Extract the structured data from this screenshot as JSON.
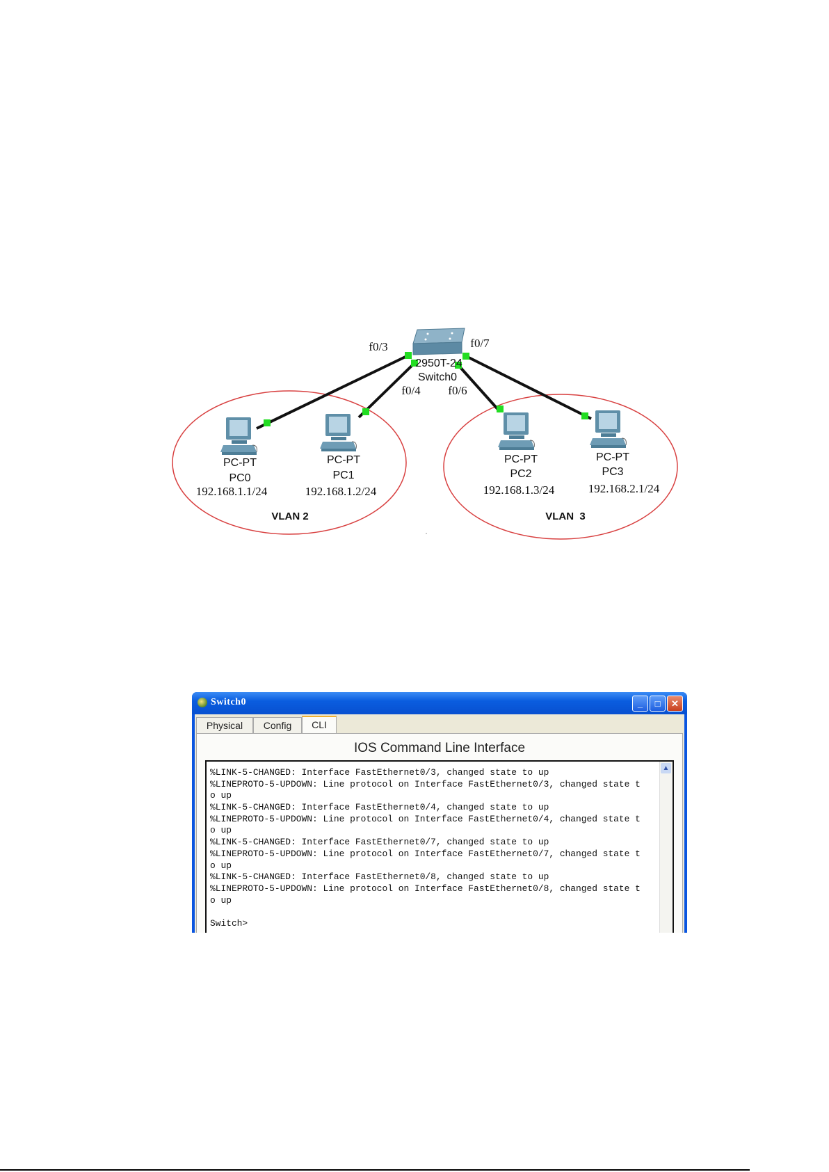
{
  "diagram": {
    "switch": {
      "model": "2950T-24",
      "name": "Switch0"
    },
    "ports": {
      "p3": "f0/3",
      "p4": "f0/4",
      "p6": "f0/6",
      "p7": "f0/7"
    },
    "pcs": [
      {
        "type": "PC-PT",
        "name": "PC0",
        "ip": "192.168.1.1/24"
      },
      {
        "type": "PC-PT",
        "name": "PC1",
        "ip": "192.168.1.2/24"
      },
      {
        "type": "PC-PT",
        "name": "PC2",
        "ip": "192.168.1.3/24"
      },
      {
        "type": "PC-PT",
        "name": "PC3",
        "ip": "192.168.2.1/24"
      }
    ],
    "vlans": [
      "VLAN 2",
      "VLAN  3"
    ],
    "colors": {
      "link_dot": "#22dd22",
      "vlan_ellipse": "#d84040",
      "switch": "#6f9bb4"
    }
  },
  "window": {
    "title": "Switch0",
    "tabs": [
      "Physical",
      "Config",
      "CLI"
    ],
    "active_tab": "CLI",
    "heading": "IOS Command Line Interface",
    "cli_lines": [
      "%LINK-5-CHANGED: Interface FastEthernet0/3, changed state to up",
      "%LINEPROTO-5-UPDOWN: Line protocol on Interface FastEthernet0/3, changed state t",
      "o up",
      "%LINK-5-CHANGED: Interface FastEthernet0/4, changed state to up",
      "%LINEPROTO-5-UPDOWN: Line protocol on Interface FastEthernet0/4, changed state t",
      "o up",
      "%LINK-5-CHANGED: Interface FastEthernet0/7, changed state to up",
      "%LINEPROTO-5-UPDOWN: Line protocol on Interface FastEthernet0/7, changed state t",
      "o up",
      "%LINK-5-CHANGED: Interface FastEthernet0/8, changed state to up",
      "%LINEPROTO-5-UPDOWN: Line protocol on Interface FastEthernet0/8, changed state t",
      "o up",
      "",
      "Switch>"
    ]
  }
}
